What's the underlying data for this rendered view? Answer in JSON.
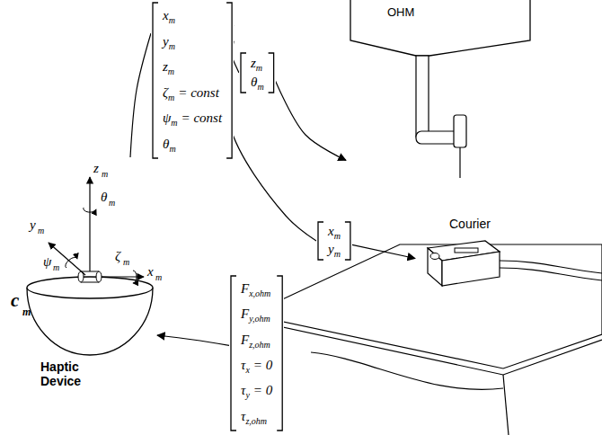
{
  "diagram": {
    "nodes": [
      {
        "text": [
          "Haptic Device"
        ]
      },
      {
        "text": [
          "x",
          "m",
          "y",
          "m",
          "z",
          "m",
          "ζ",
          "m",
          "= const",
          "ψ",
          "m",
          "= const",
          "θ",
          "m"
        ]
      },
      {
        "text": [
          "z",
          "m",
          "θ",
          "m"
        ]
      },
      {
        "text": [
          "OHM"
        ]
      },
      {
        "text": [
          "x",
          "m",
          "y",
          "m"
        ]
      },
      {
        "text": [
          "Courier"
        ]
      },
      {
        "text": [
          "F",
          "x,ohm",
          "F",
          "y,ohm",
          "F",
          "z,ohm",
          "τ",
          "x",
          "= 0",
          "τ",
          "y",
          "= 0",
          "τ",
          "z,ohm"
        ]
      }
    ],
    "edges": [
      {
        "from": 0,
        "to": 1,
        "arrow": "none"
      },
      {
        "from": 1,
        "to": 2,
        "arrow": "none"
      },
      {
        "from": 1,
        "to": 4,
        "arrow": "none"
      },
      {
        "from": 2,
        "to": 3,
        "arrow": "to"
      },
      {
        "from": 4,
        "to": 5,
        "arrow": "to"
      },
      {
        "from": 6,
        "to": 0,
        "arrow": "to"
      }
    ],
    "labels": [
      "z",
      "m",
      "y",
      "m",
      "ψ",
      "m",
      "θ",
      "m",
      "ζ",
      "m",
      "x",
      "m",
      "c",
      "m"
    ]
  }
}
